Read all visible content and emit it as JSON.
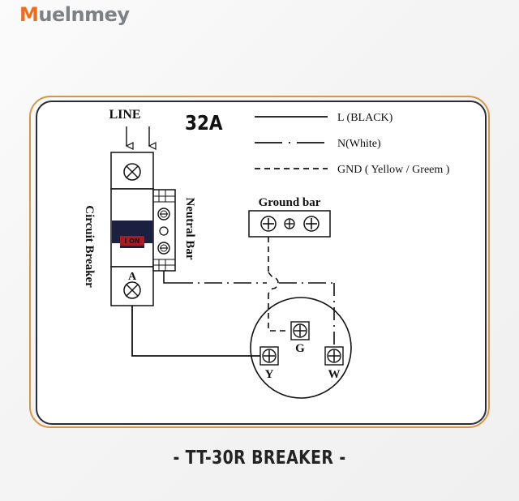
{
  "brand": {
    "mark": "M",
    "rest": "uelnmey",
    "mark_color": "#ef6c1a",
    "rest_color": "#7b8187"
  },
  "frame": {
    "outer_border_color": "#d99544",
    "inner_border_color": "#2b2b33",
    "fill": "#ffffff"
  },
  "diagram": {
    "line_label": "LINE",
    "rating": "32A",
    "circuit_breaker_label": "Circuit  Breaker",
    "neutral_bar_label": "Neutral  Bar",
    "breaker_switch_text": "I ON",
    "breaker_switch_body_color": "#1c2040",
    "breaker_switch_strip_color": "#a81b24",
    "breaker_terminal_bottom_label": "A",
    "ground_bar_label": "Ground  bar",
    "receptacle": {
      "ground_terminal_label": "G",
      "line_terminal_label": "Y",
      "neutral_terminal_label": "W"
    }
  },
  "legend": {
    "items": [
      {
        "label": "L (BLACK)",
        "style": "solid",
        "icon": "solid-line-icon"
      },
      {
        "label": "N(White)",
        "style": "dash-dot",
        "icon": "dash-dot-line-icon"
      },
      {
        "label": "GND ( Yellow / Greem )",
        "style": "dashed",
        "icon": "dashed-line-icon"
      }
    ]
  },
  "caption": {
    "text": "- TT-30R BREAKER -"
  }
}
